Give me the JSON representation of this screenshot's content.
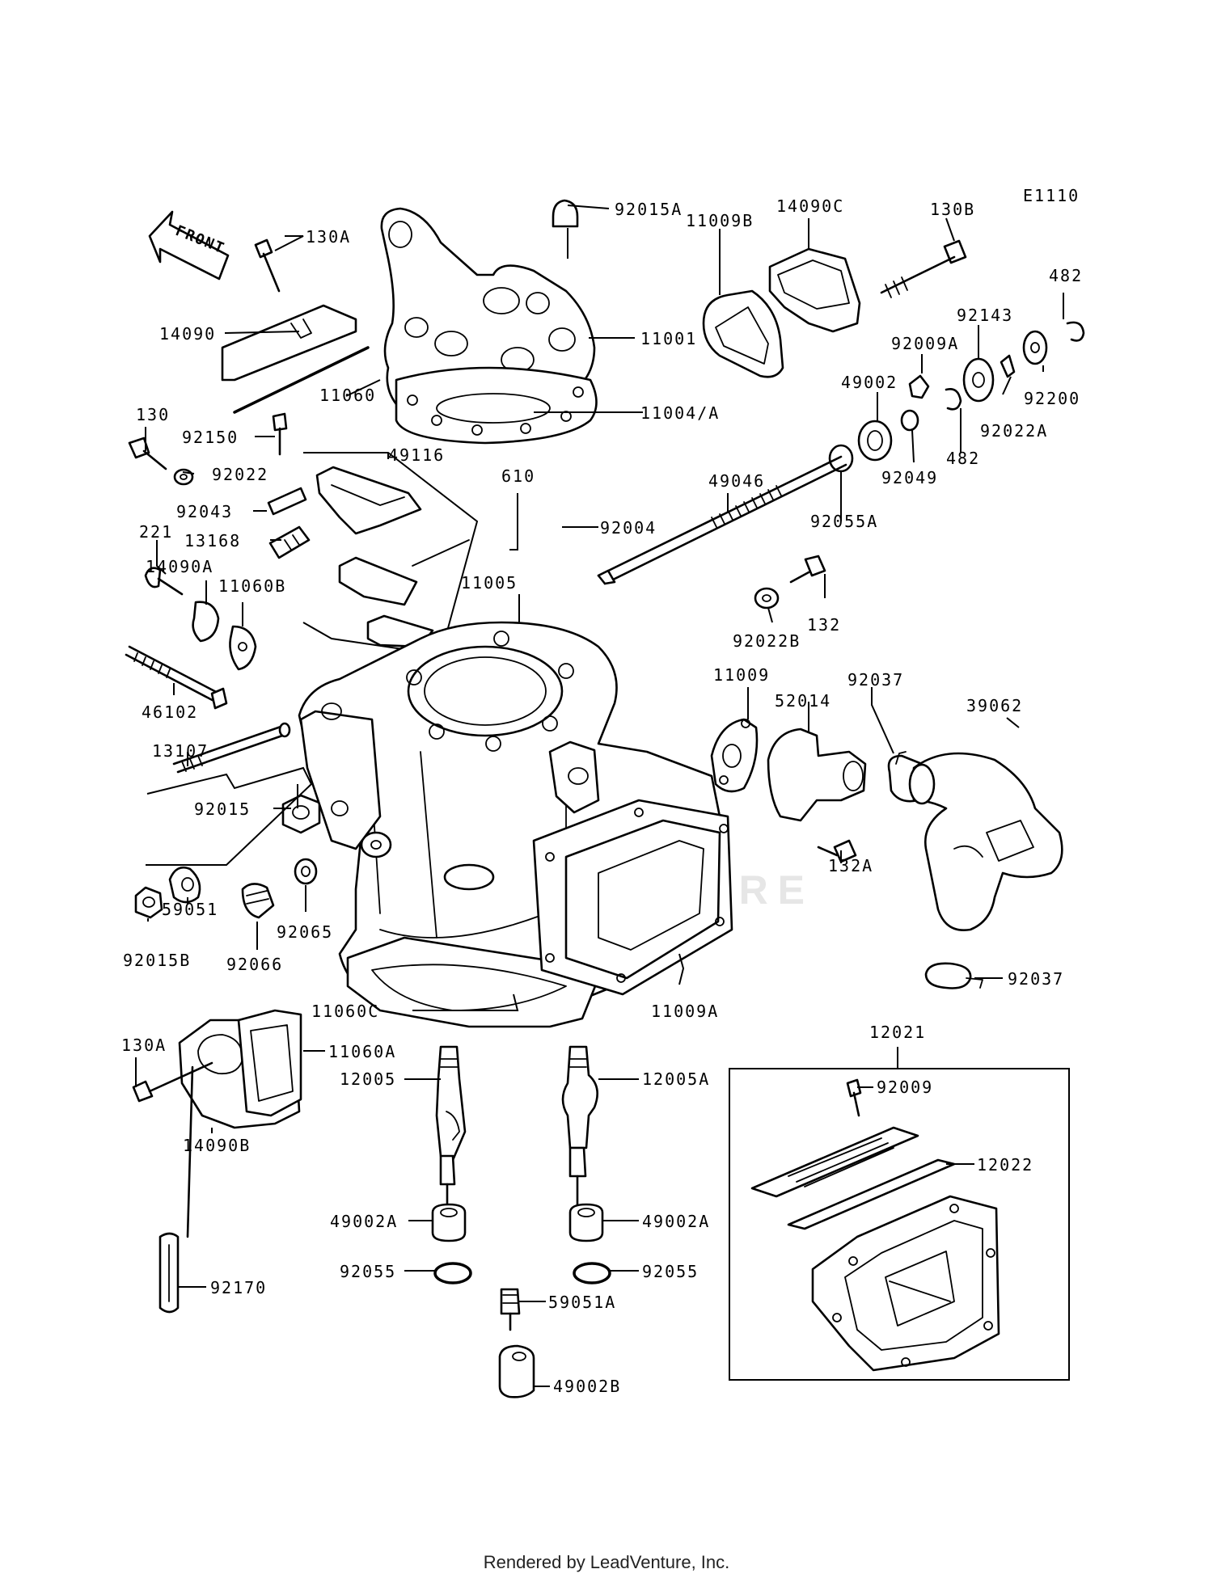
{
  "diagram_code": "E1110",
  "front_arrow": "FRONT",
  "watermark": "LEADVENTURE",
  "footer": "Rendered by LeadVenture, Inc.",
  "parts": [
    "92015A",
    "14090C",
    "130B",
    "130A",
    "11009B",
    "482",
    "14090",
    "92143",
    "11001",
    "92009A",
    "92200",
    "49002",
    "11060",
    "482",
    "92022A",
    "11004/A",
    "130",
    "92049",
    "92150",
    "92022",
    "49116",
    "92055A",
    "610",
    "49046",
    "92043",
    "92004",
    "13168",
    "221",
    "14090A",
    "11060B",
    "132",
    "11005",
    "92022B",
    "46102",
    "11009",
    "92037",
    "52014",
    "39062",
    "13107",
    "92015",
    "132A",
    "59051",
    "92065",
    "92015B",
    "92066",
    "92037",
    "11060C",
    "11009A",
    "12021",
    "130A",
    "11060A",
    "12005",
    "12005A",
    "92009",
    "14090B",
    "12022",
    "49002A",
    "49002A",
    "92055",
    "92055",
    "59051A",
    "92170",
    "49002B"
  ]
}
